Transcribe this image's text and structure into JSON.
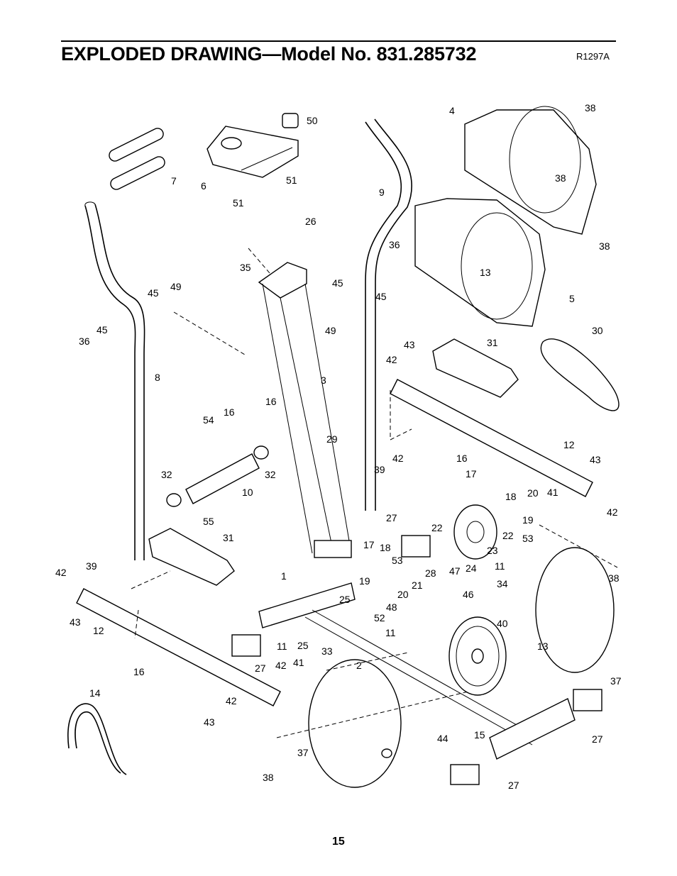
{
  "header": {
    "title": "EXPLODED DRAWING—Model No. 831.285732",
    "drawing_code": "R1297A"
  },
  "footer": {
    "page_number": "15"
  },
  "callouts": [
    "4",
    "38",
    "50",
    "6",
    "7",
    "51",
    "51",
    "26",
    "9",
    "35",
    "36",
    "13",
    "38",
    "5",
    "38",
    "45",
    "49",
    "45",
    "45",
    "49",
    "36",
    "45",
    "8",
    "3",
    "43",
    "31",
    "30",
    "42",
    "16",
    "16",
    "54",
    "29",
    "12",
    "32",
    "32",
    "10",
    "42",
    "39",
    "16",
    "17",
    "43",
    "55",
    "18",
    "20",
    "41",
    "42",
    "19",
    "53",
    "27",
    "22",
    "22",
    "23",
    "31",
    "17",
    "18",
    "53",
    "39",
    "42",
    "1",
    "24",
    "47",
    "11",
    "34",
    "38",
    "19",
    "20",
    "21",
    "28",
    "46",
    "25",
    "48",
    "40",
    "52",
    "11",
    "13",
    "12",
    "11",
    "25",
    "33",
    "2",
    "27",
    "42",
    "41",
    "16",
    "37",
    "14",
    "42",
    "43",
    "43",
    "37",
    "44",
    "15",
    "27",
    "27",
    "38"
  ]
}
